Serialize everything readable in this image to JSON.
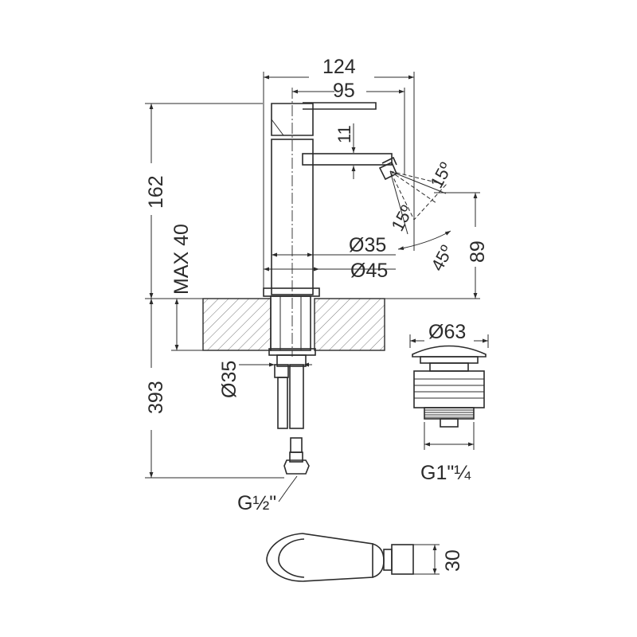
{
  "dimensions": {
    "total_width": "124",
    "spout_reach": "95",
    "lever_gap": "11",
    "total_height": "162",
    "max_deck_thickness": "MAX 40",
    "spout_angle_up": "15º",
    "spout_angle_down": "15º",
    "spout_swivel_angle": "45º",
    "spout_height": "89",
    "body_diameter": "Ø35",
    "base_diameter": "Ø45",
    "shank_diameter": "Ø35",
    "hose_length": "393",
    "waste_diameter": "Ø63",
    "waste_thread": "G1\"¼",
    "inlet_thread": "G½\"",
    "plan_width": "30"
  }
}
